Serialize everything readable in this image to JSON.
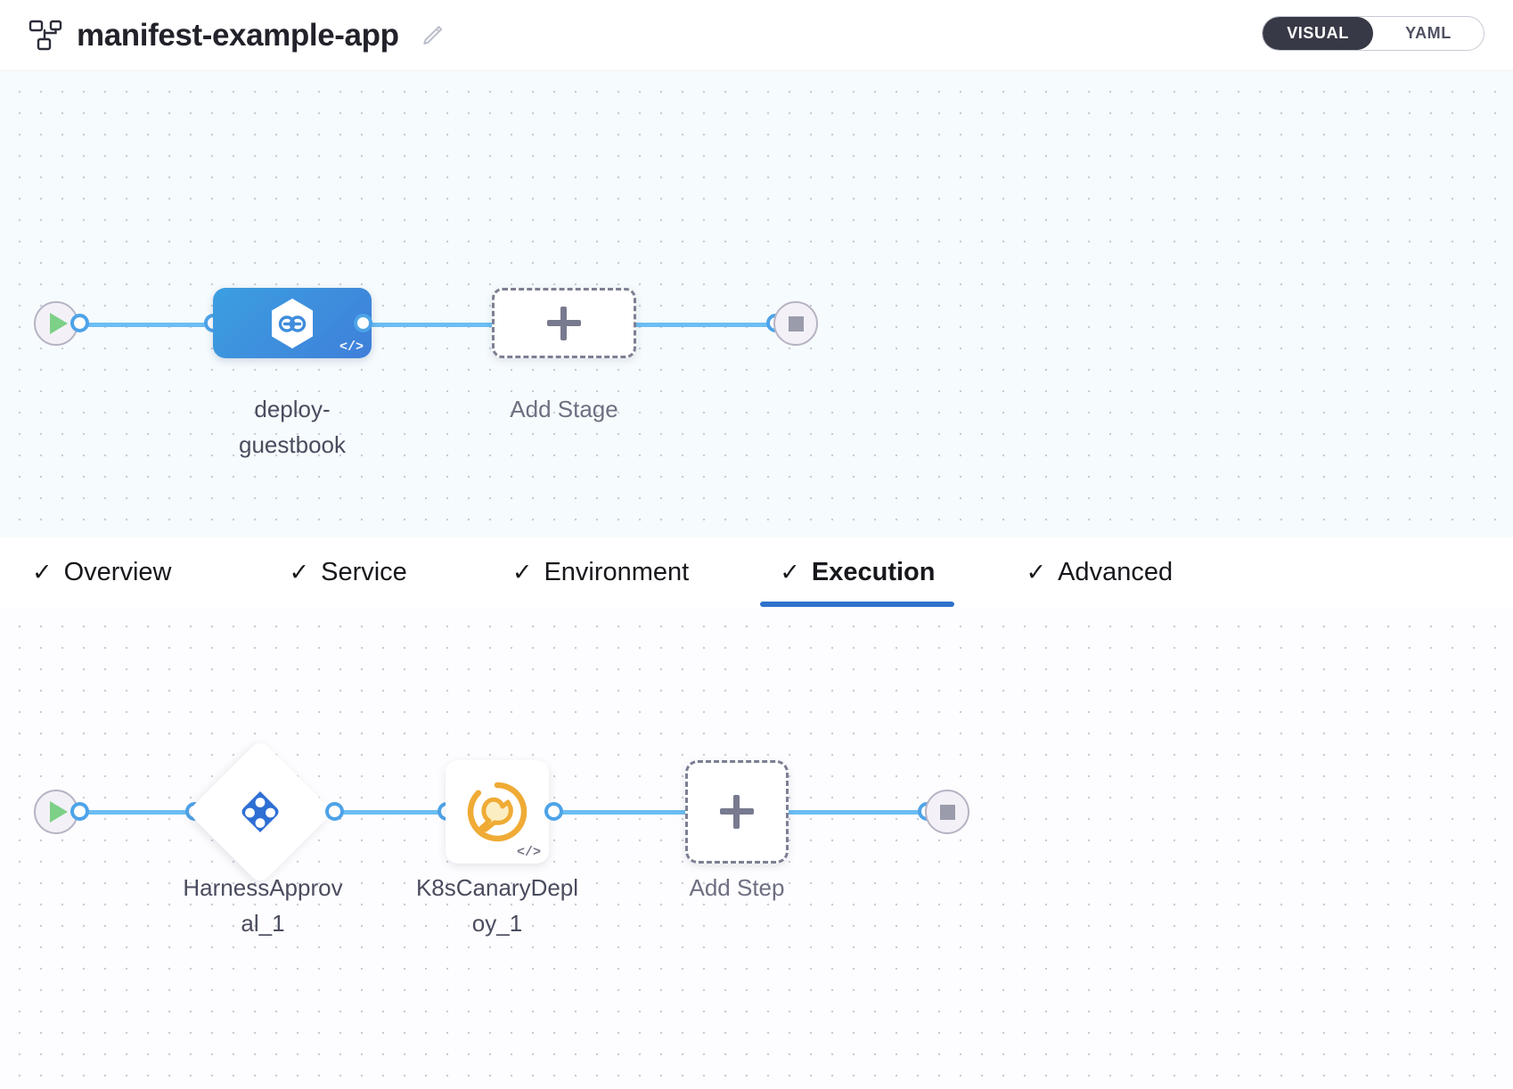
{
  "header": {
    "pipeline_icon": "pipeline-hierarchy-icon",
    "title": "manifest-example-app",
    "edit_icon": "pencil-edit-icon",
    "view_toggle": {
      "options": [
        "VISUAL",
        "YAML"
      ],
      "selected": "VISUAL"
    }
  },
  "stage_graph": {
    "start_node": {
      "icon": "play-icon"
    },
    "end_node": {
      "icon": "stop-icon"
    },
    "stage": {
      "label": "deploy-\nguestbook",
      "icon": "harness-cd-hexagon-icon",
      "badge": "</>"
    },
    "add_stage": {
      "label": "Add Stage",
      "icon": "plus-icon"
    }
  },
  "tabs": [
    {
      "label": "Overview",
      "check": "✓",
      "active": false
    },
    {
      "label": "Service",
      "check": "✓",
      "active": false
    },
    {
      "label": "Environment",
      "check": "✓",
      "active": false
    },
    {
      "label": "Execution",
      "check": "✓",
      "active": true
    },
    {
      "label": "Advanced",
      "check": "✓",
      "active": false
    }
  ],
  "execution_graph": {
    "start_node": {
      "icon": "play-icon"
    },
    "end_node": {
      "icon": "stop-icon"
    },
    "steps": [
      {
        "label": "HarnessApprov\nal_1",
        "icon": "harness-approval-icon",
        "shape": "diamond"
      },
      {
        "label": "K8sCanaryDepl\noy_1",
        "icon": "canary-bird-icon",
        "shape": "square",
        "badge": "</>"
      }
    ],
    "add_step": {
      "label": "Add Step",
      "icon": "plus-icon"
    }
  },
  "colors": {
    "edge": "#6bbdf2",
    "connector_ring": "#4da3e8",
    "stage_node": "#3f8ddb",
    "active_tab_underline": "#2f72cd",
    "toggle_active_bg": "#383946",
    "canary_icon": "#efab35",
    "approval_icon": "#2e6fd4",
    "play_icon": "#7dd087",
    "stop_icon": "#9a9bab"
  }
}
